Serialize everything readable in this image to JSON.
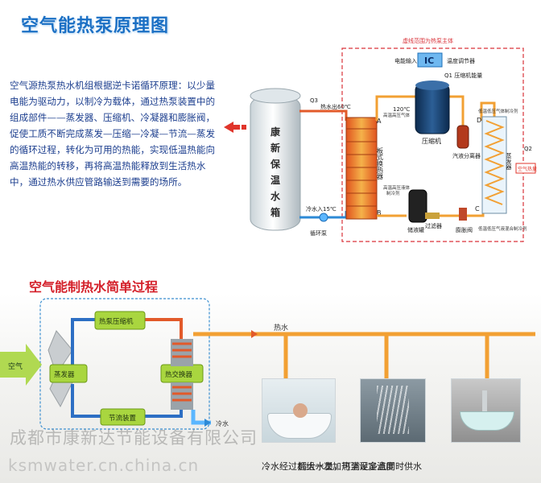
{
  "page_title": "空气能热泵原理图",
  "intro_text": "空气源热泵热水机组根据逆卡诺循环原理：以少量电能为驱动力，以制冷为载体，通过热泵装置中的组成部件——蒸发器、压缩机、冷凝器和膨胀阀，促使工质不断完成蒸发—压缩—冷凝—节流—蒸发的循环过程，转化为可用的热能，实现低温热能向高温热能的转移，再将高温热能释放到生活热水中，通过热水供应管路输送到需要的场所。",
  "top_diagram": {
    "frame_title": "虚线范围为热泵主体",
    "tank_chars": [
      "康",
      "新",
      "保",
      "温",
      "水",
      "箱"
    ],
    "labels": {
      "power_input": "电能输入",
      "ic": "IC",
      "temp_regulator": "温度调节器",
      "q1": "Q1 压缩机能量",
      "q3": "Q3",
      "hot_water_out": "热水出60℃",
      "temp_120": "120℃",
      "compressor": "压缩机",
      "gas_separator": "汽液分离器",
      "plate_hx": "板式换热器",
      "hx_note_1": "高温高压气体",
      "hx_note_1b": "制冷剂",
      "hx_note_2": "高温高压液体",
      "hx_note_2b": "制冷剂",
      "cold_water_in": "冷水入15℃",
      "circ_pump": "循环泵",
      "liquid_receiver": "储液罐",
      "filter": "过滤器",
      "expansion_valve": "膨胀阀",
      "evaporator": "蒸发器",
      "evap_note_top": "低温低压气体制冷剂",
      "evap_note_bot": "低温低压气液混合制冷剂",
      "q2": "Q2",
      "air_heat": "空气热量",
      "pt_a": "A",
      "pt_b": "B",
      "pt_c": "C",
      "pt_d": "D"
    }
  },
  "section2_title": "空气能制热水简单过程",
  "lower_diagram": {
    "air_label": "空气",
    "compressor_box": "热泵压缩机",
    "evaporator_box": "蒸发器",
    "heat_exchanger_box": "热交换器",
    "throttle_box": "节流装置",
    "hot_water_label": "热水",
    "cold_water_label": "冷水"
  },
  "captions": {
    "left": "冷水经过机组一次加热至设定温度",
    "right": "超大水量，可满足多点同时供水"
  },
  "watermark": {
    "line1": "成都市康新达节能设备有限公司",
    "line2": "ksmwater.cn.china.cn"
  },
  "colors": {
    "title_blue": "#1a6fc4",
    "intro_blue": "#1d3f8f",
    "title_red": "#d4202a",
    "pipe_orange": "#f2a033",
    "pipe_blue": "#2d8ad6",
    "box_green": "#a9d63f"
  }
}
